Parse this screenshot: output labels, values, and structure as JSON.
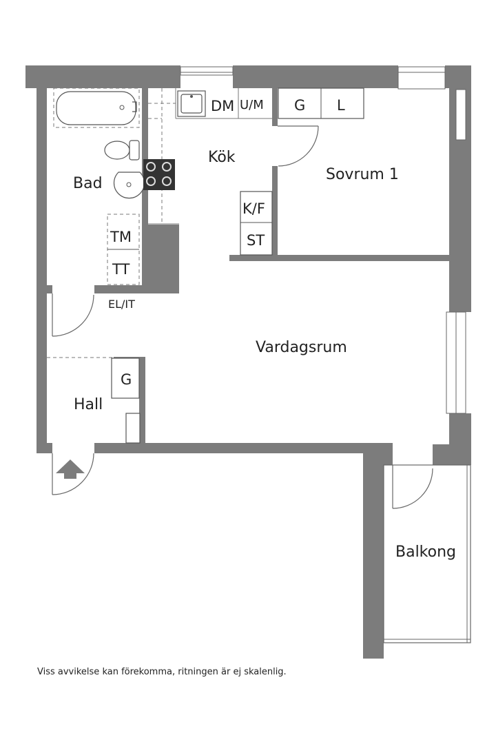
{
  "rooms": {
    "bad": "Bad",
    "kok": "Kök",
    "sovrum": "Sovrum 1",
    "vardagsrum": "Vardagsrum",
    "hall": "Hall",
    "balkong": "Balkong"
  },
  "fixtures": {
    "dm": "DM",
    "um": "U/M",
    "g_kitchen": "G",
    "l": "L",
    "kf": "K/F",
    "st": "ST",
    "tm": "TM",
    "tt": "TT",
    "elit": "EL/IT",
    "g_hall": "G"
  },
  "disclaimer": "Viss avvikelse kan förekomma, ritningen är ej skalenlig.",
  "colors": {
    "wall": "#7c7c7c",
    "text": "#222222"
  },
  "icons": [
    "entrance-arrow-icon",
    "sink-icon",
    "stove-icon",
    "bathtub-icon",
    "toilet-icon",
    "washbasin-icon"
  ]
}
